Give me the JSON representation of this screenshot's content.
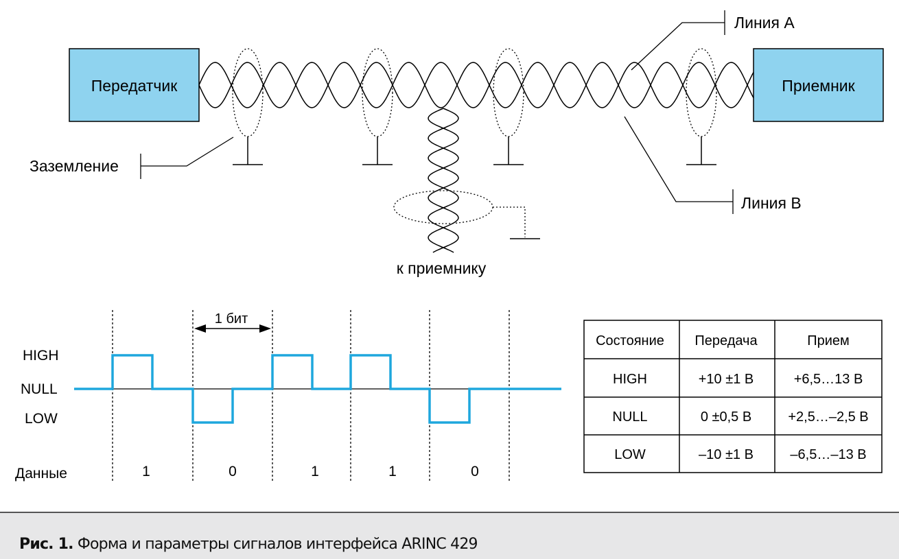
{
  "colors": {
    "box_fill": "#8fd3ef",
    "signal": "#1ea7dd"
  },
  "bus": {
    "transmitter": "Передатчик",
    "receiver": "Приемник",
    "line_a": "Линия А",
    "line_b": "Линия В",
    "ground": "Заземление",
    "to_receiver": "к приемнику"
  },
  "timing": {
    "levels": {
      "high": "HIGH",
      "null": "NULL",
      "low": "LOW"
    },
    "bit_label": "1 бит",
    "data_label": "Данные",
    "bits": [
      "1",
      "0",
      "1",
      "1",
      "0"
    ]
  },
  "table": {
    "headers": [
      "Состояние",
      "Передача",
      "Прием"
    ],
    "rows": [
      [
        "HIGH",
        "+10 ±1 В",
        "+6,5…13 В"
      ],
      [
        "NULL",
        "0 ±0,5 В",
        "+2,5…–2,5 В"
      ],
      [
        "LOW",
        "–10 ±1 В",
        "–6,5…–13 В"
      ]
    ]
  },
  "caption": {
    "label": "Рис. 1.",
    "text": "Форма и параметры сигналов интерфейса ARINC 429"
  }
}
